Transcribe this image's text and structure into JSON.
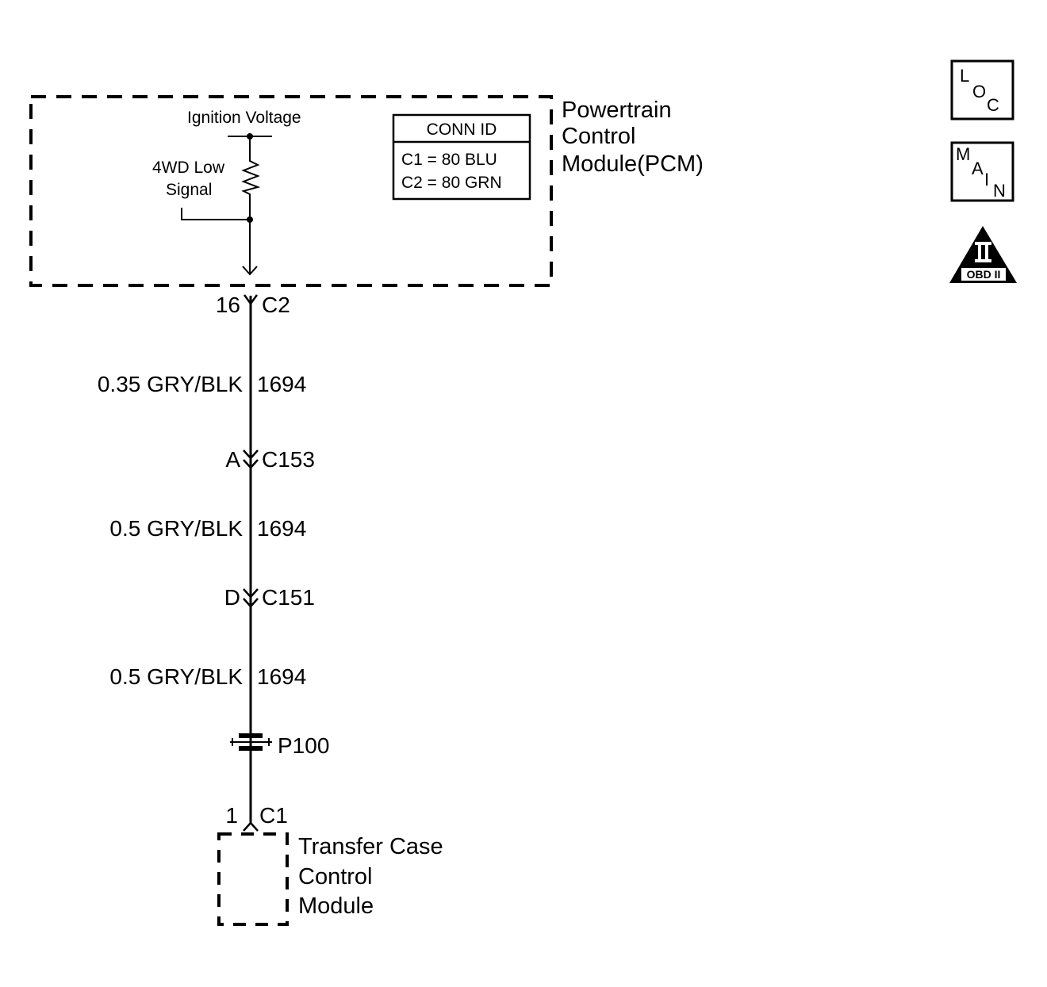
{
  "pcm": {
    "title_lines": [
      "Powertrain",
      "Control",
      "Module(PCM)"
    ],
    "ignition_label": "Ignition Voltage",
    "signal_lines": [
      "4WD Low",
      "Signal"
    ],
    "conn_id": {
      "header": "CONN ID",
      "c1": "C1 = 80 BLU",
      "c2": "C2 = 80 GRN"
    }
  },
  "connectors": {
    "c2_pin": "16",
    "c2_name": "C2",
    "c153_pin": "A",
    "c153_name": "C153",
    "c151_pin": "D",
    "c151_name": "C151",
    "p100_name": "P100",
    "c1_pin": "1",
    "c1_name": "C1"
  },
  "wires": [
    {
      "spec": "0.35 GRY/BLK",
      "circuit": "1694"
    },
    {
      "spec": "0.5 GRY/BLK",
      "circuit": "1694"
    },
    {
      "spec": "0.5 GRY/BLK",
      "circuit": "1694"
    }
  ],
  "tccm": {
    "title_lines": [
      "Transfer Case",
      "Control",
      "Module"
    ]
  },
  "icons": {
    "loc": {
      "name": "loc-icon",
      "letters": [
        "L",
        "O",
        "C"
      ]
    },
    "main": {
      "name": "main-icon",
      "letters": [
        "M",
        "A",
        "I",
        "N"
      ]
    },
    "obd": {
      "name": "obd-ii-icon",
      "roman": "II",
      "label": "OBD II"
    }
  }
}
